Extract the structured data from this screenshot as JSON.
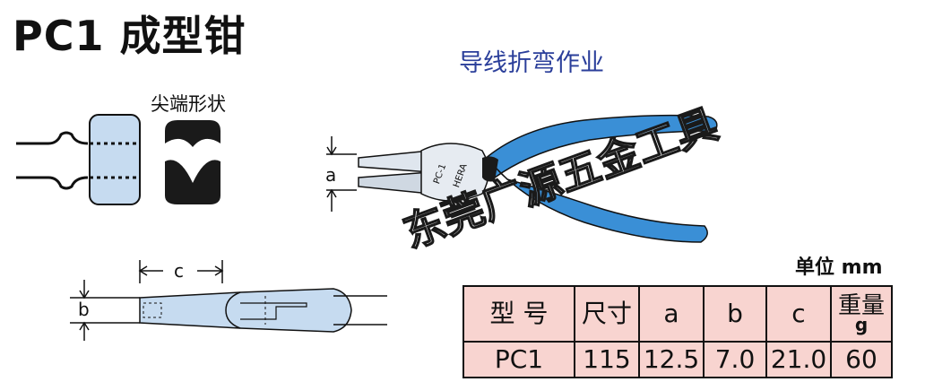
{
  "title": "PC1 成型钳",
  "subtitle": "导线折弯作业",
  "tip_shape_label": "尖端形状",
  "unit_label": "单位 mm",
  "watermark": "东莞广源五金工具",
  "dimension_labels": {
    "a": "a",
    "b": "b",
    "c": "c"
  },
  "plier_marks": {
    "model": "PC-1",
    "brand": "HERA"
  },
  "colors": {
    "handle_blue": "#3a8fd6",
    "tip_fill": "#c6dbf0",
    "table_bg": "#f8d4d0",
    "subtitle": "#2a3e9a"
  },
  "table": {
    "headers": [
      "型 号",
      "尺寸",
      "a",
      "b",
      "c"
    ],
    "weight_header": "重量",
    "weight_unit": "g",
    "rows": [
      [
        "PC1",
        "115",
        "12.5",
        "7.0",
        "21.0",
        "60"
      ]
    ]
  }
}
